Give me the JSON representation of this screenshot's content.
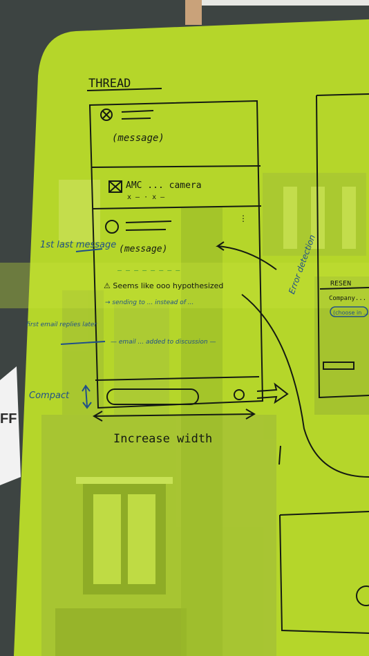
{
  "board": {
    "title": "THREAD",
    "card_header_text": "(message)",
    "card_sender_line": "AMC ... camera",
    "card_sender_meta": "x — · x —",
    "card_body_text": "(message)",
    "card_green_bar": "— — — — — — — —",
    "card_warning_text": "⚠ Seems like ooo hypothesized",
    "card_warning_sub": "→ sending to ... instead of ...",
    "card_email_line": "— email ... added to discussion —",
    "increase_width_label": "Increase width",
    "right_panel_title": "RESEN",
    "right_panel_line": "Company...",
    "right_panel_chip": "(choose in ...)",
    "annotation_left_1": "1st last message",
    "annotation_left_2": "first email replies later",
    "annotation_compact": "Compact",
    "annotation_detection": "Error detection",
    "sticker_text": "FF"
  },
  "colors": {
    "board": "#b5d62a",
    "board_dark": "#8fb01e",
    "ink": "#141a12",
    "blue_ink": "#1f4f8a",
    "green_ink": "#2f8f3a",
    "wall": "#3d4442"
  }
}
